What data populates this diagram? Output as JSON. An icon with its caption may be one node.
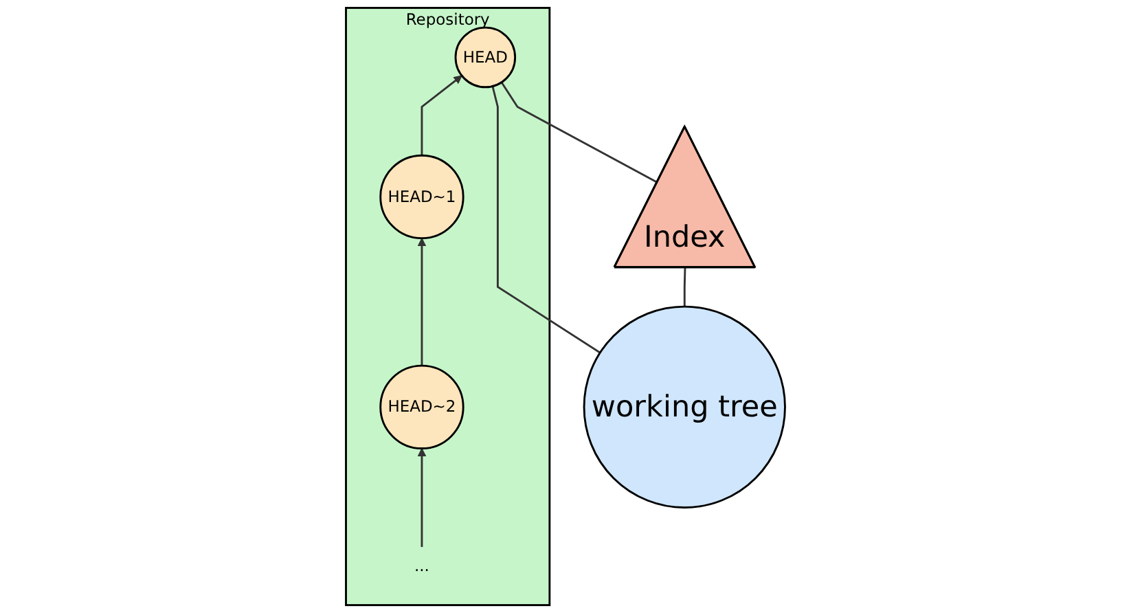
{
  "diagram": {
    "nodes": [
      {
        "text": [
          "working tree"
        ]
      },
      {
        "text": [
          "Index"
        ]
      },
      {
        "text": [
          "Repository"
        ]
      },
      {
        "text": [
          "HEAD"
        ],
        "in": 2
      },
      {
        "text": [
          "HEAD~1"
        ],
        "in": 2
      },
      {
        "text": [
          "HEAD~2"
        ],
        "in": 2
      },
      {
        "text": [
          "..."
        ],
        "in": 2
      }
    ],
    "edges": [
      {
        "from": 0,
        "to": 3,
        "arrow": "none"
      },
      {
        "from": 0,
        "to": 1,
        "arrow": "none"
      },
      {
        "from": 1,
        "to": 3,
        "arrow": "none"
      },
      {
        "from": 4,
        "to": 3,
        "arrow": "to"
      },
      {
        "from": 5,
        "to": 4,
        "arrow": "to"
      },
      {
        "from": 6,
        "to": 5,
        "arrow": "to"
      }
    ]
  }
}
